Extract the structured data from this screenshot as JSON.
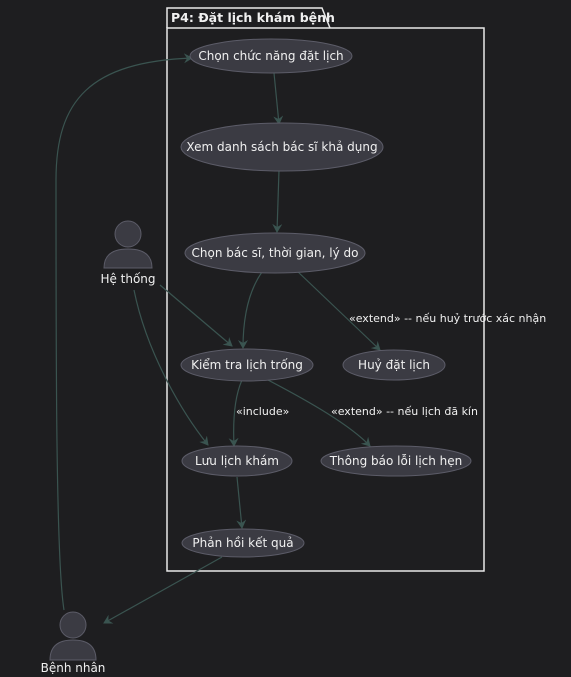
{
  "package": {
    "title": "P4: Đặt lịch khám bệnh"
  },
  "actors": {
    "system": {
      "label": "Hệ thống",
      "icon": "person-icon"
    },
    "patient": {
      "label": "Bệnh nhân",
      "icon": "person-icon"
    }
  },
  "usecases": {
    "choose_function": "Chọn chức năng đặt lịch",
    "view_doctors": "Xem danh sách bác sĩ khả dụng",
    "choose_doctor": "Chọn bác sĩ, thời gian, lý do",
    "check_schedule": "Kiểm tra lịch trống",
    "cancel": "Huỷ đặt lịch",
    "save": "Lưu lịch khám",
    "error_notice": "Thông báo lỗi lịch hẹn",
    "feedback": "Phản hồi kết quả"
  },
  "relations": {
    "extend_cancel": "«extend» -- nếu huỷ trước xác nhận",
    "include": "«include»",
    "extend_error": "«extend» -- nếu lịch đã kín"
  },
  "colors": {
    "background": "#1e1e20",
    "usecase_fill": "#3b3b43",
    "usecase_stroke": "#5c5c68",
    "actor_fill": "#3b3b43",
    "arrow": "#3a5450",
    "frame": "#e8e8e8",
    "text": "#f0f0f0"
  }
}
